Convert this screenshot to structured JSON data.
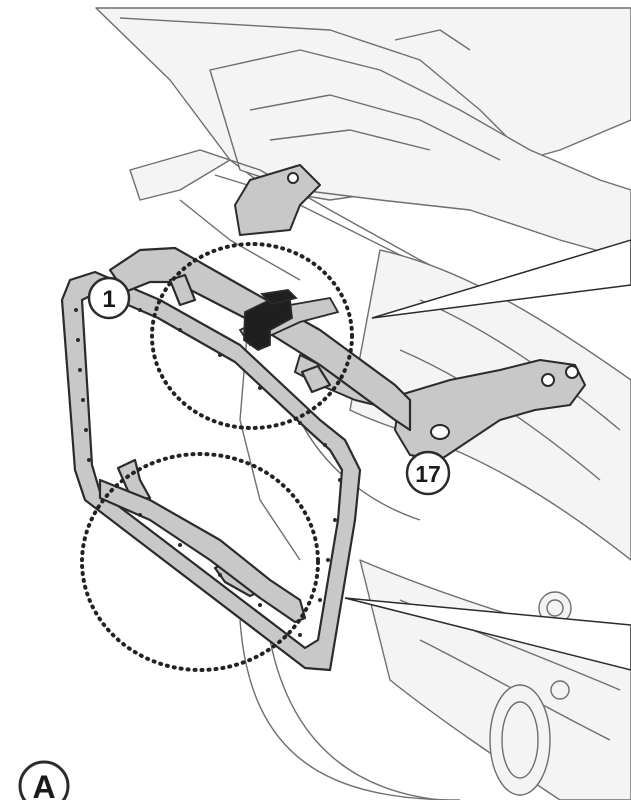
{
  "callouts": [
    {
      "id": "callout-1",
      "label": "1"
    },
    {
      "id": "callout-17",
      "label": "17"
    }
  ],
  "view_label": "A",
  "colors": {
    "line": "#2b2b2b",
    "light_line": "#6e6e6e",
    "part_fill": "#c8c8c8",
    "bike_fill": "#f4f4f4",
    "clamp_fill": "#1f1f1f",
    "dots": "#222222"
  }
}
